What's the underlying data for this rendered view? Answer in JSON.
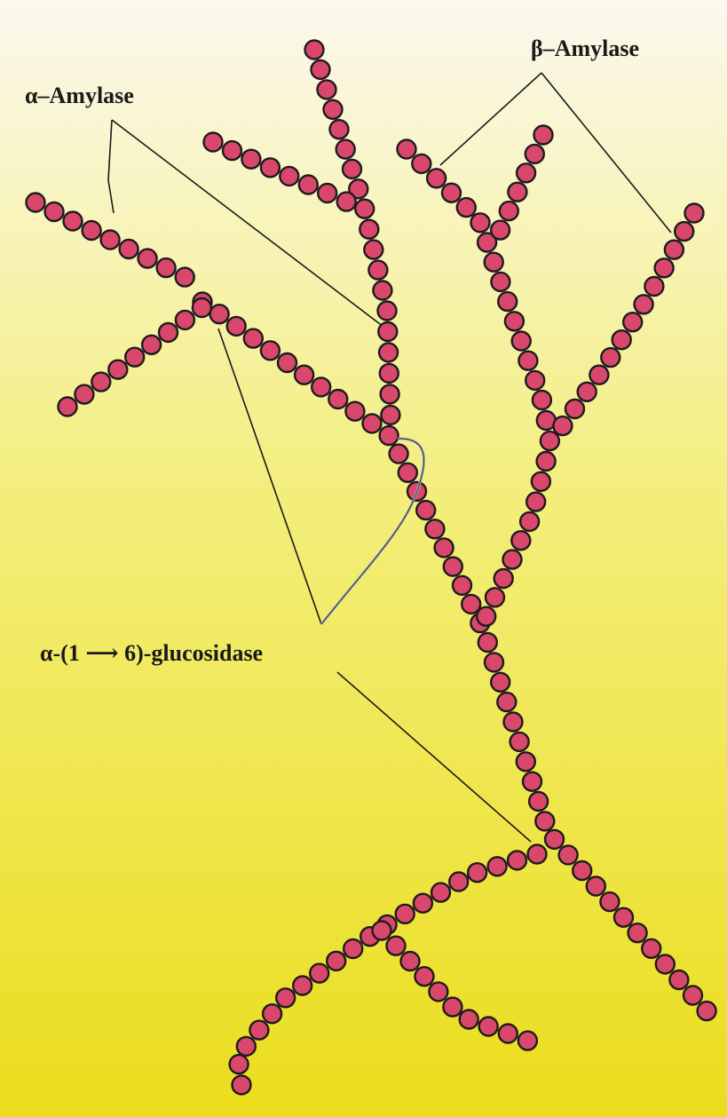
{
  "labels": {
    "alpha_amylase": "α–Amylase",
    "beta_amylase": "β–Amylase",
    "glucosidase": "α-(1 ⟶ 6)-glucosidase"
  },
  "colors": {
    "background_top": "#fbf8ee",
    "background_mid": "#f3ee7a",
    "background_bottom": "#ebdd1c",
    "glucose_fill": "#d9476c",
    "glucose_stroke": "#1c1c1c",
    "pointer_line": "#1a1a1a",
    "bracket_line": "#aab3c3"
  },
  "icons": {
    "glucose_unit": "glucose-bead",
    "arrow": "right-arrow"
  }
}
